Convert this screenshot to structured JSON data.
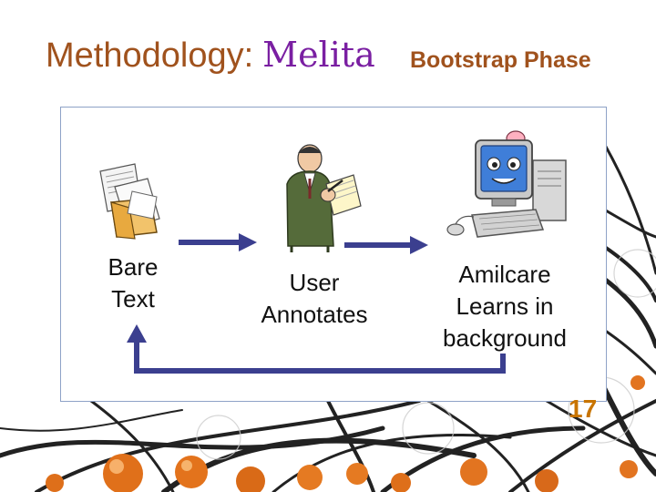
{
  "header": {
    "title_prefix": "Methodology:",
    "title_brand": "Melita",
    "phase": "Bootstrap Phase"
  },
  "workflow": {
    "step_bare_text": "Bare\nText",
    "step_user_annotates": "User\nAnnotates",
    "step_amilcare": "Amilcare\nLearns in\nbackground"
  },
  "slide_number": "17",
  "colors": {
    "title": "#a0521d",
    "brand": "#7a1fa2",
    "arrow": "#3b3f8f",
    "slide_number": "#c87400"
  },
  "icons": [
    "documents-icon",
    "annotating-person-icon",
    "smiling-computer-icon"
  ]
}
